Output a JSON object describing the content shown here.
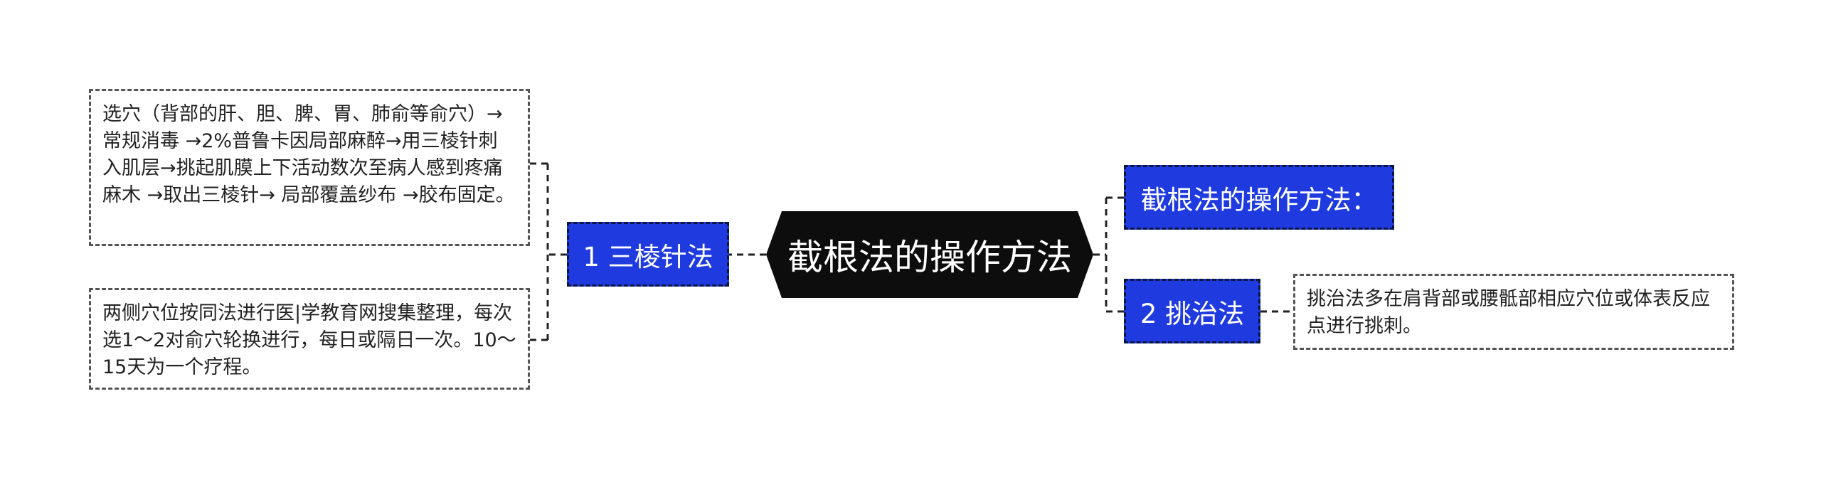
{
  "root": {
    "label": "截根法的操作方法"
  },
  "branches": {
    "method_heading": "截根法的操作方法：",
    "three_edge_needle": "1 三棱针法",
    "pick_method": "2 挑治法"
  },
  "leaves": {
    "needle_steps": "选穴（背部的肝、胆、脾、胃、肺俞等俞穴）→常规消毒 →2%普鲁卡因局部麻醉→用三棱针刺入肌层→挑起肌膜上下活动数次至病人感到疼痛麻木 →取出三棱针→ 局部覆盖纱布 →胶布固定。",
    "needle_repeat": "两侧穴位按同法进行医|学教育网搜集整理，每次选1～2对俞穴轮换进行，每日或隔日一次。10～15天为一个疗程。",
    "pick_desc": "挑治法多在肩背部或腰骶部相应穴位或体表反应点进行挑刺。"
  },
  "colors": {
    "root_bg": "#0d0d0d",
    "branch_bg": "#1f3be0",
    "connector": "#222222"
  }
}
